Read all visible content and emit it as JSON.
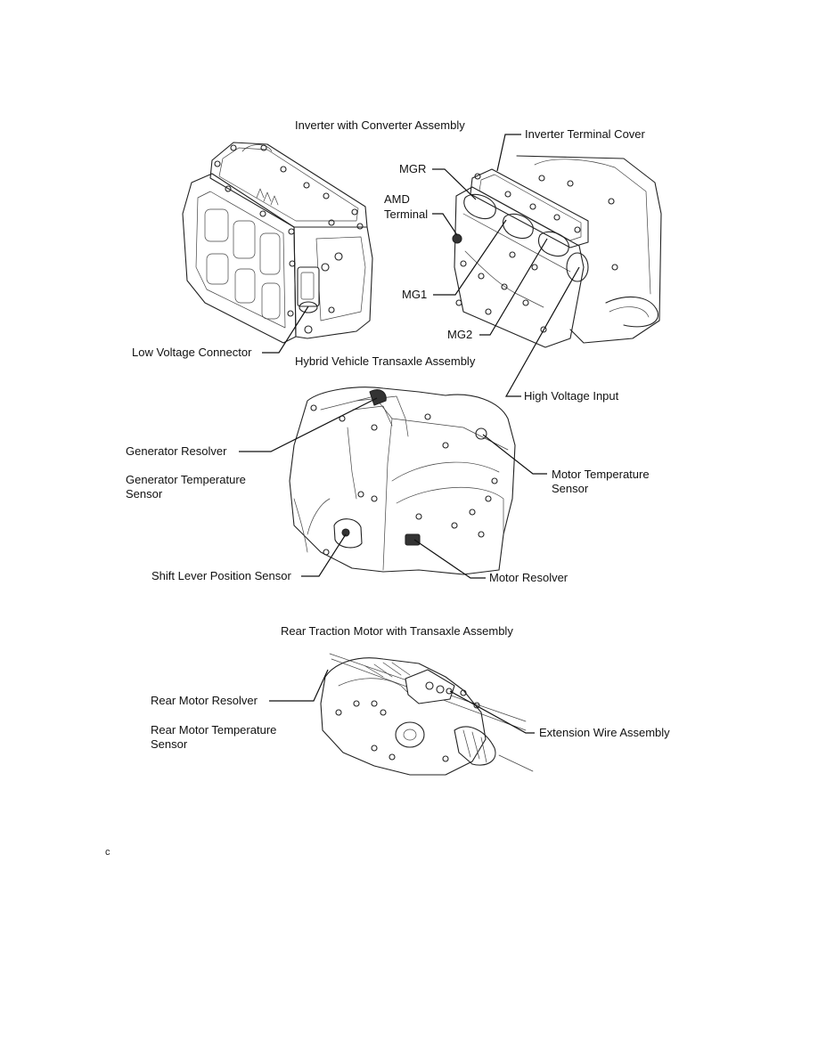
{
  "document": {
    "page_mark": "c"
  },
  "figures": {
    "inverter": {
      "title": "Inverter with Converter Assembly",
      "labels": {
        "inverter_terminal_cover": "Inverter Terminal Cover",
        "mgr": "MGR",
        "amd_terminal_line1": "AMD",
        "amd_terminal_line2": "Terminal",
        "mg1": "MG1",
        "mg2": "MG2",
        "low_voltage_connector": "Low Voltage Connector",
        "high_voltage_input": "High Voltage Input"
      }
    },
    "transaxle": {
      "title": "Hybrid Vehicle Transaxle Assembly",
      "labels": {
        "generator_resolver": "Generator Resolver",
        "generator_temperature_sensor_line1": "Generator Temperature",
        "generator_temperature_sensor_line2": "Sensor",
        "motor_temperature_sensor_line1": "Motor Temperature",
        "motor_temperature_sensor_line2": "Sensor",
        "shift_lever_position_sensor": "Shift Lever Position Sensor",
        "motor_resolver": "Motor Resolver"
      }
    },
    "rear_motor": {
      "title": "Rear Traction Motor with Transaxle Assembly",
      "labels": {
        "rear_motor_resolver": "Rear Motor Resolver",
        "rear_motor_temperature_sensor_line1": "Rear Motor Temperature",
        "rear_motor_temperature_sensor_line2": "Sensor",
        "extension_wire_assembly": "Extension Wire Assembly"
      }
    }
  }
}
